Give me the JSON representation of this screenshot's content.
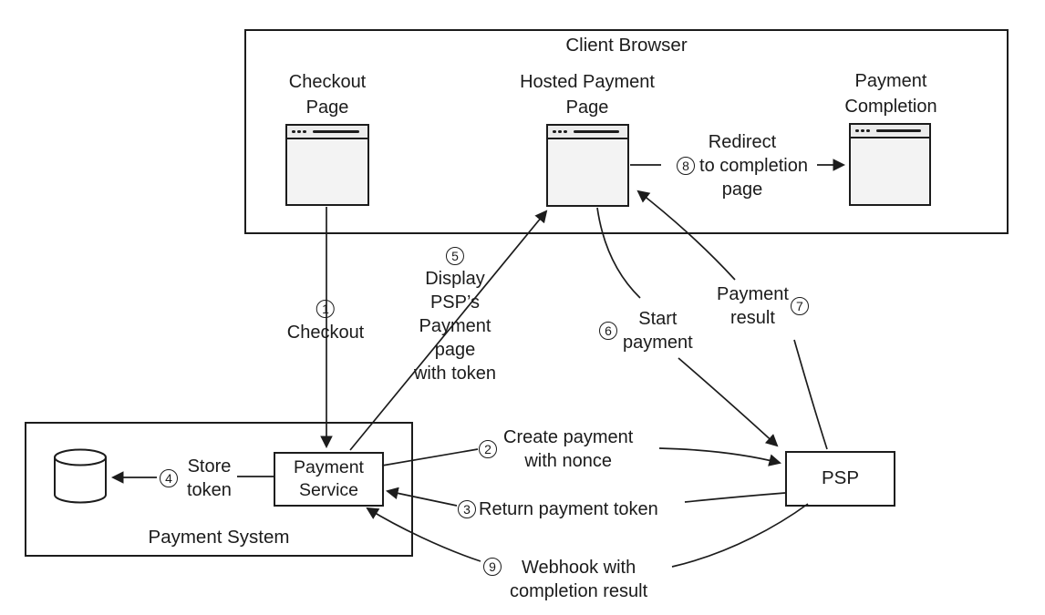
{
  "diagram": {
    "client_browser": {
      "title": "Client Browser",
      "pages": [
        {
          "label": "Checkout\nPage",
          "icon": "browser-window-icon"
        },
        {
          "label": "Hosted Payment\nPage",
          "icon": "browser-window-icon"
        },
        {
          "label": "Payment Completion\nPage",
          "icon": "browser-window-icon"
        }
      ]
    },
    "payment_system": {
      "label": "Payment System",
      "service": "Payment\nService",
      "database_icon": "database-cylinder-icon"
    },
    "psp": "PSP",
    "steps": [
      {
        "num": "1",
        "label": "Checkout"
      },
      {
        "num": "2",
        "label": "Create payment\nwith nonce"
      },
      {
        "num": "3",
        "label": "Return payment token"
      },
      {
        "num": "4",
        "label": "Store\ntoken"
      },
      {
        "num": "5",
        "label": "Display\nPSP’s\nPayment\npage\nwith token"
      },
      {
        "num": "6",
        "label": "Start\npayment"
      },
      {
        "num": "7",
        "label": "Payment\nresult"
      },
      {
        "num": "8",
        "top": "Redirect",
        "mid": "to completion",
        "bottom": "page"
      },
      {
        "num": "9",
        "label": "Webhook  with\ncompletion result"
      }
    ]
  }
}
